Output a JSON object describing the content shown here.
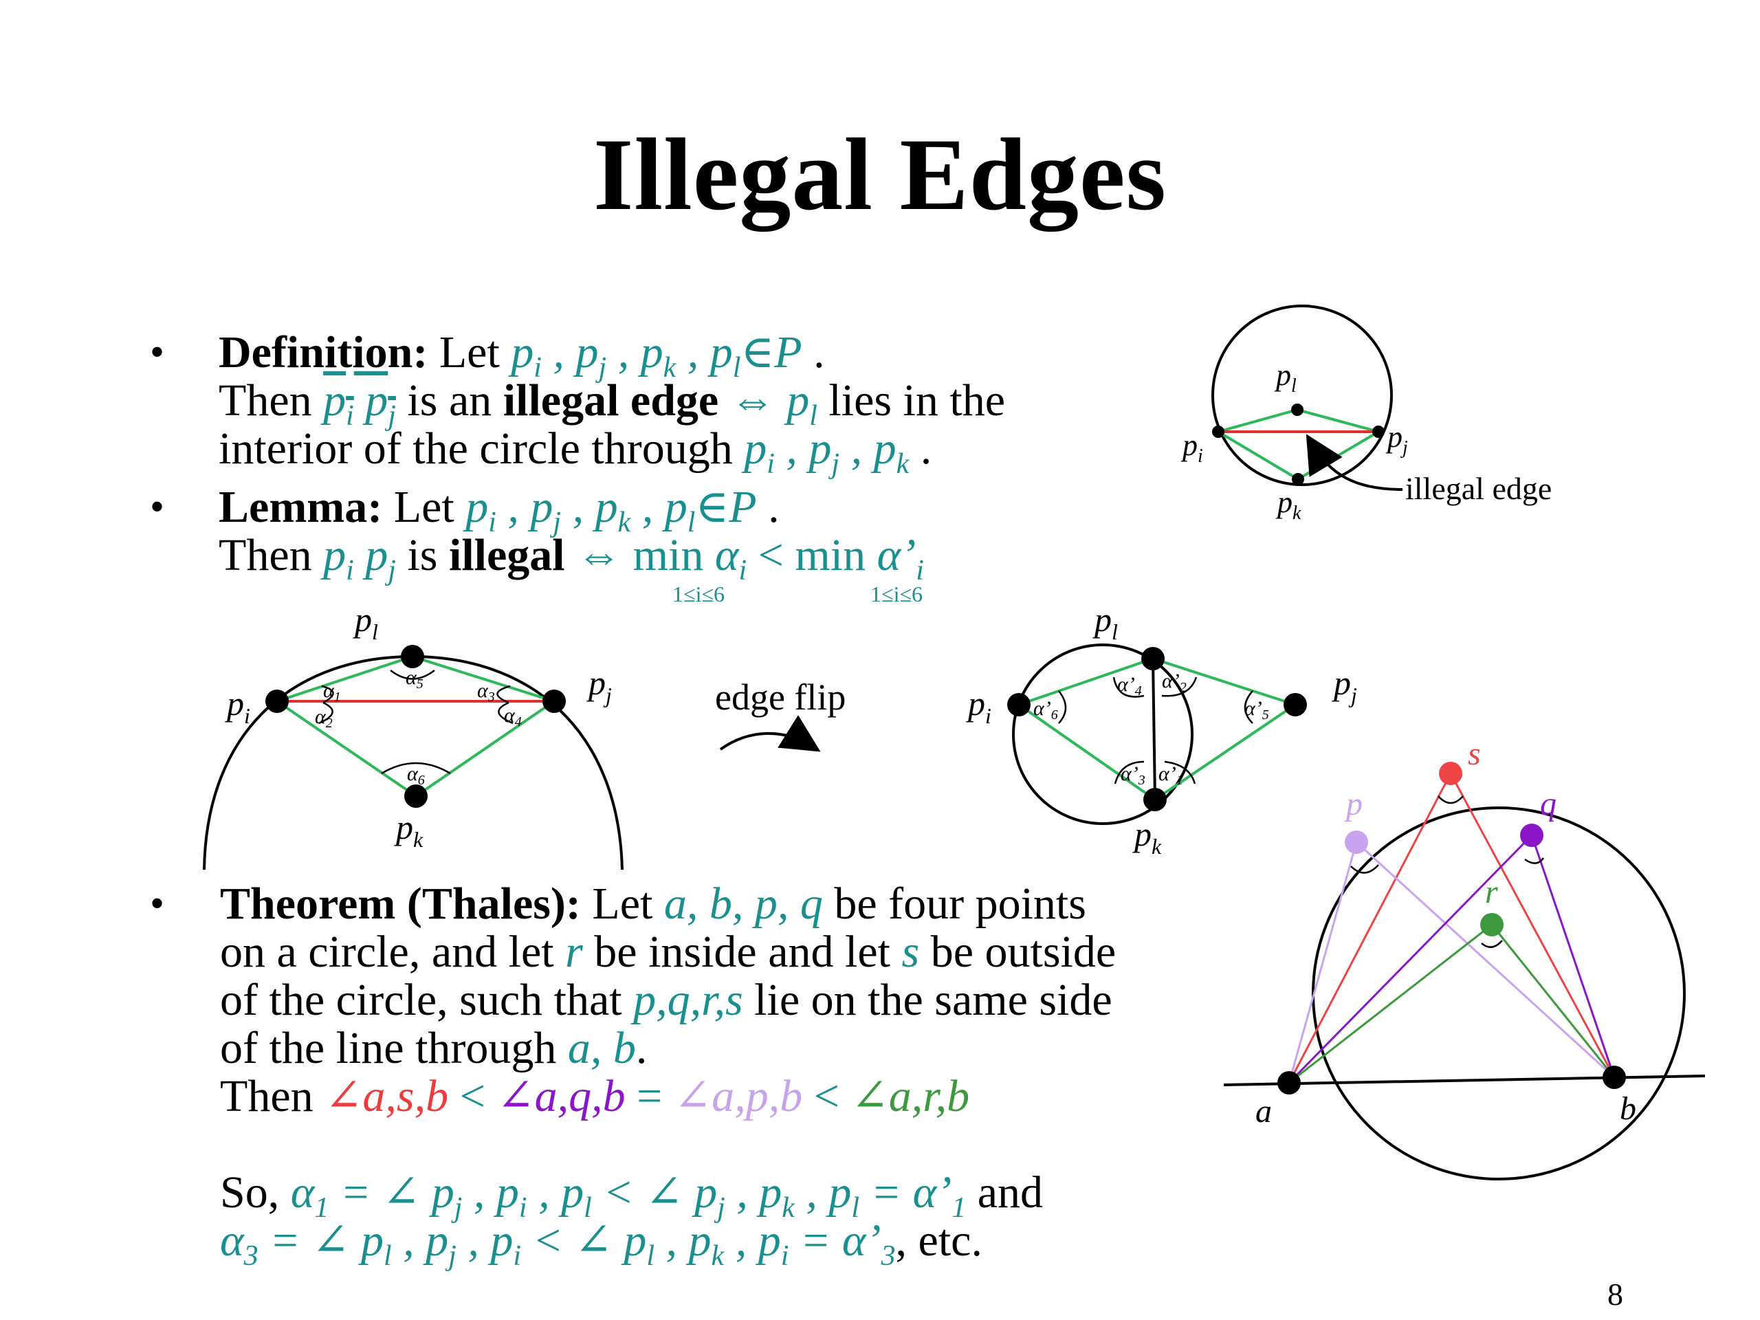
{
  "title": "Illegal Edges",
  "page_number": "8",
  "colors": {
    "teal": "#1a8f8f",
    "red": "#ee3b3b",
    "purple": "#8a16c8",
    "lilac": "#c7a3ec",
    "green": "#3c9a3c",
    "edge_green": "#2db85a"
  },
  "definition": {
    "label": "Definition:",
    "let": "Let",
    "then": "Then",
    "is_an": "is an",
    "illegal_edge": "illegal edge",
    "lies_in_the": "lies in the",
    "interior": "interior of the circle through"
  },
  "lemma": {
    "label": "Lemma:",
    "let": "Let",
    "then": "Then",
    "is": "is",
    "illegal": "illegal",
    "min": "min",
    "range": "1≤i≤6"
  },
  "theorem": {
    "label": "Theorem (Thales):",
    "let": "Let",
    "points": "a, b, p, q",
    "line1_rest": "be four points",
    "line2_a": "on a circle, and let",
    "r": "r",
    "line2_b": "be inside and let",
    "s": "s",
    "line2_c": "be outside",
    "line3_a": "of the circle, such that",
    "pqrs": "p,q,r,s",
    "line3_b": "lie on the same side",
    "line4_a": "of the line through",
    "ab": "a, b",
    "then": "Then",
    "angle_asb": "∠a,s,b",
    "angle_aqb": "∠a,q,b",
    "angle_apb": "∠a,p,b",
    "angle_arb": "∠a,r,b",
    "lt": "<",
    "eq": "="
  },
  "so": {
    "so": "So,",
    "and": "and",
    "etc": ", etc."
  },
  "figures": {
    "top_right": {
      "illegal_edge": "illegal edge"
    },
    "middle": {
      "edge_flip": "edge flip"
    },
    "thales": {
      "labels": [
        "a",
        "b",
        "p",
        "q",
        "r",
        "s"
      ]
    }
  }
}
